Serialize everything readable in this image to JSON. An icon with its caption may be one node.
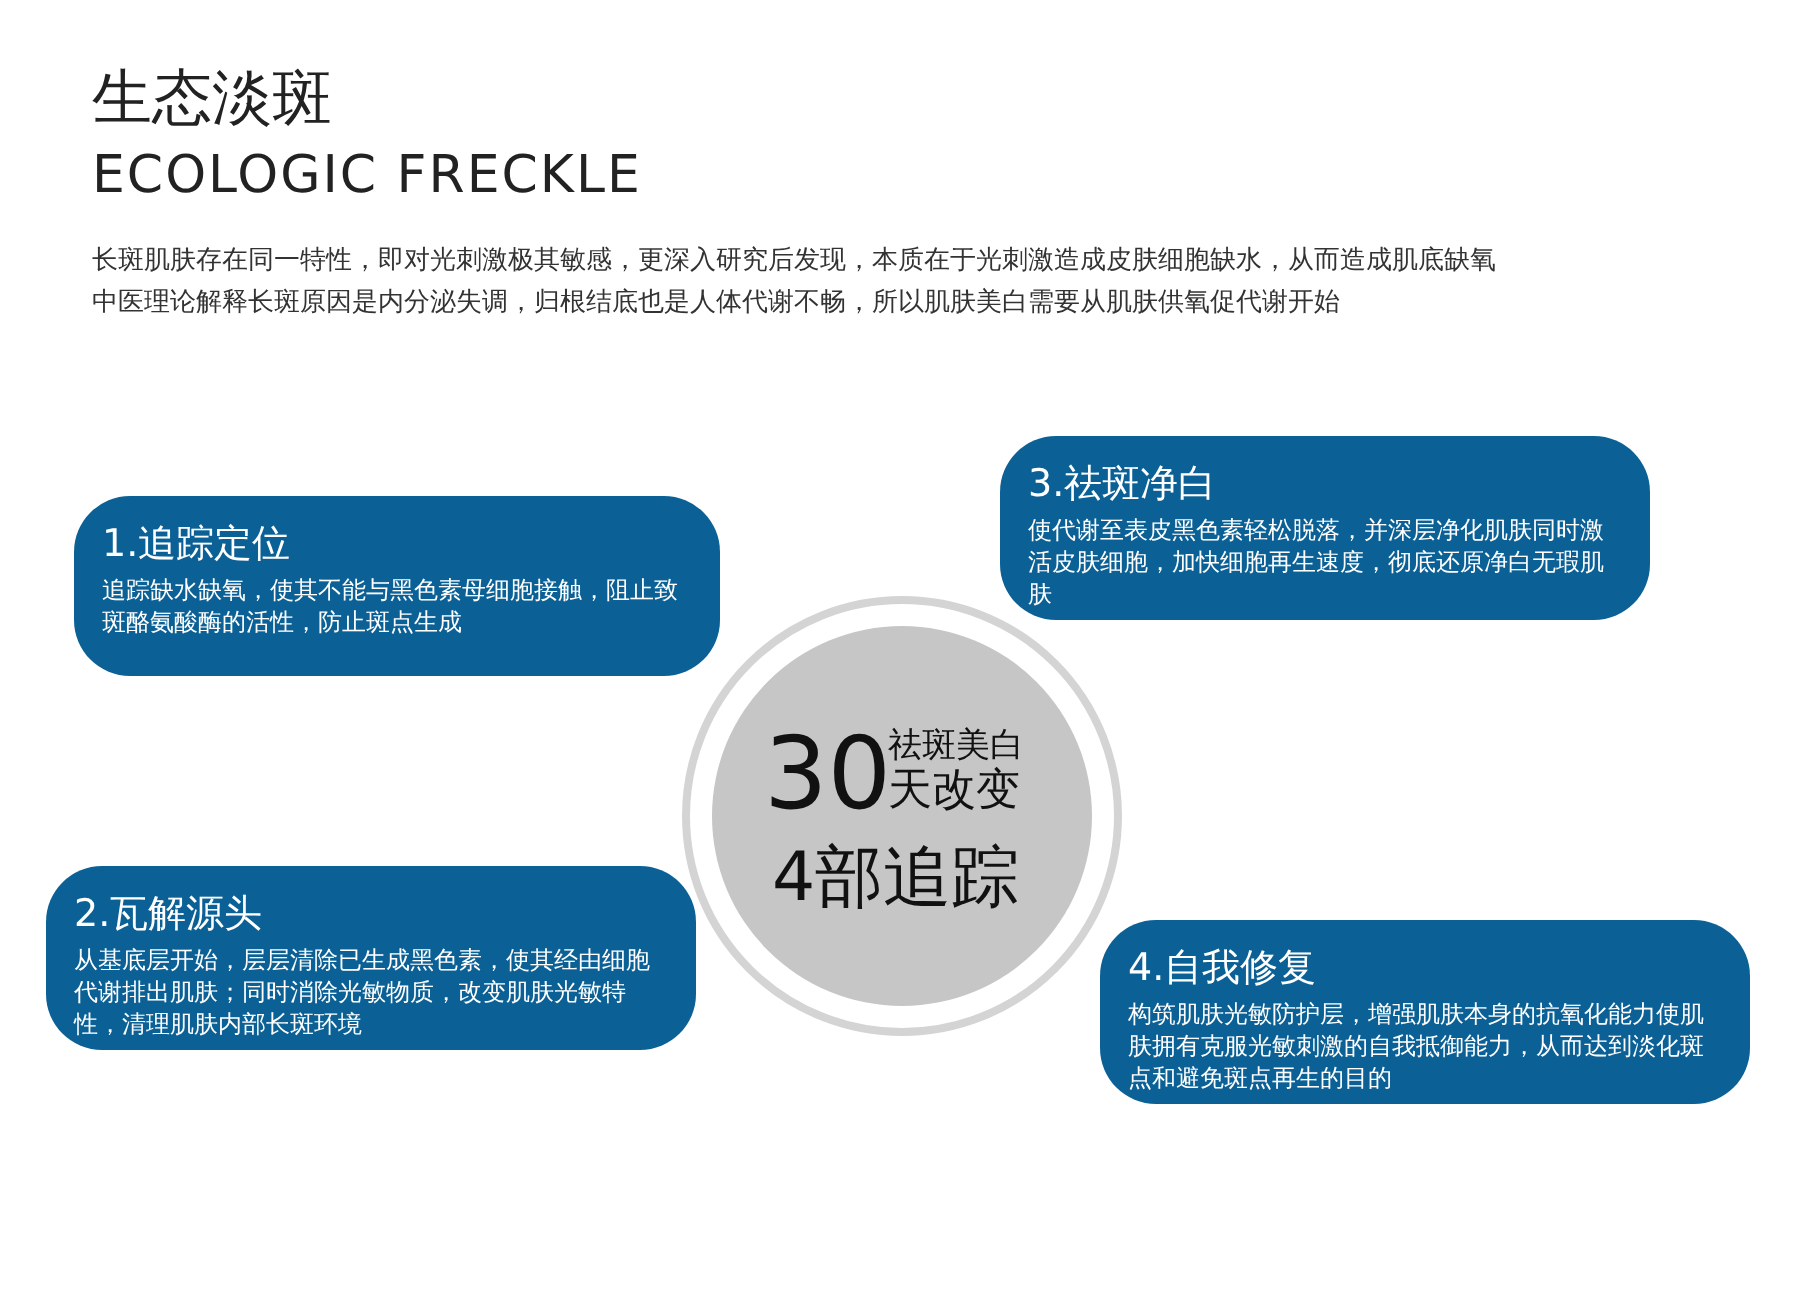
{
  "diagram": {
    "title": "生态淡斑",
    "nodes": [
      {
        "text": [
          "3.祛斑净白",
          "使代谢至表皮黑色素轻松脱落，并深层净化肌肤同时激活皮肤细胞，加快细胞再生速度，彻底还原净白无瑕肌肤"
        ]
      },
      {
        "text": [
          "1.追踪定位",
          "追踪缺水缺氧，使其不能与黑色素母细胞接触，阻止致斑酪氨酸酶的活性，防止斑点生成"
        ]
      },
      {
        "text": [
          "30",
          "祛斑美白",
          "天改变",
          "4部追踪"
        ]
      },
      {
        "text": [
          "2.瓦解源头",
          "从基底层开始，层层清除已生成黑色素，使其经由细胞代谢排出肌肤；同时消除光敏物质，改变肌肤光敏特性，清理肌肤内部长斑环境"
        ]
      },
      {
        "text": [
          "4.自我修复",
          "构筑肌肤光敏防护层，增强肌肤本身的抗氧化能力使肌肤拥有克服光敏刺激的自我抵御能力，从而达到淡化斑点和避免斑点再生的目的"
        ]
      }
    ],
    "edges": [],
    "labels": [
      "ECOLOGIC FRECKLE",
      "长斑肌肤存在同一特性，即对光刺激极其敏感，更深入研究后发现，本质在于光刺激造成皮肤细胞缺水，从而造成肌底缺氧",
      "中医理论解释长斑原因是内分泌失调，归根结底也是人体代谢不畅，所以肌肤美白需要从肌肤供氧促代谢开始"
    ]
  }
}
